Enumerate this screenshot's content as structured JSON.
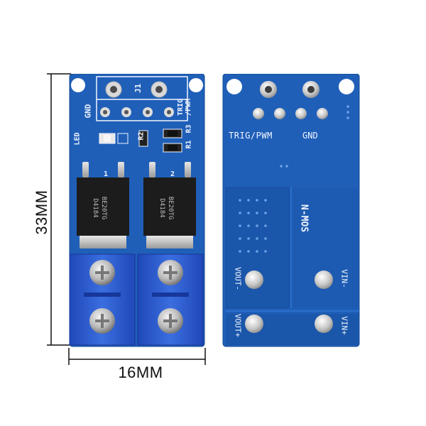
{
  "dimensions": {
    "height_label": "33MM",
    "width_label": "16MM"
  },
  "front_board": {
    "silk": {
      "j1": "J1",
      "gnd": "GND",
      "trig_pwm": "TRIG\n/PWM",
      "led": "LED",
      "r1": "R1",
      "r2": "R2",
      "r3": "R3",
      "q1": "1",
      "q2": "2"
    },
    "mosfet_marking": [
      "D4184",
      "BE20TG"
    ]
  },
  "back_board": {
    "silk": {
      "trig_pwm": "TRIG/PWM",
      "gnd": "GND",
      "nmos": "N-MOS",
      "vout_minus": "VOUT-",
      "vout_plus": "VOUT+",
      "vin_minus": "VIN-",
      "vin_plus": "VIN+"
    }
  },
  "colors": {
    "pcb_blue": "#1f5fb8",
    "pcb_dark": "#184e9c",
    "terminal_blue": "#2a56c6",
    "silk": "#f2f5ff"
  }
}
